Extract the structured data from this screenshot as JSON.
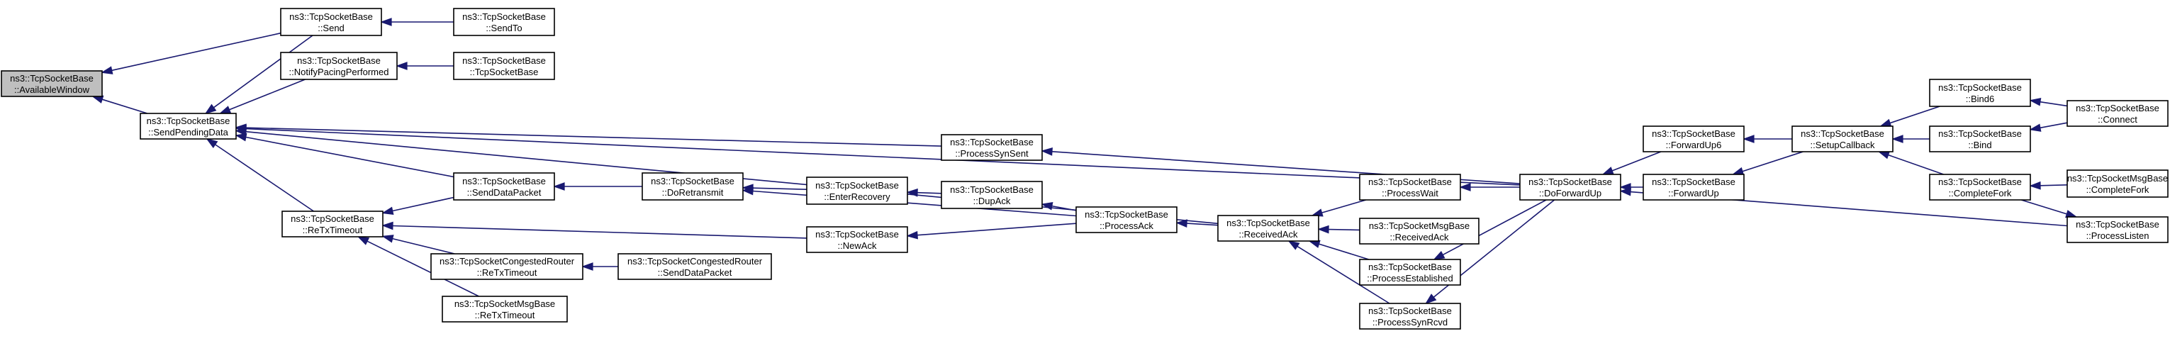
{
  "colors": {
    "edge": "#191970",
    "node_border": "#000000",
    "node_fill": "#ffffff",
    "root_fill": "#bfbfbf"
  },
  "nodes": [
    {
      "id": "aw",
      "line1": "ns3::TcpSocketBase",
      "line2": "::AvailableWindow"
    },
    {
      "id": "spd",
      "line1": "ns3::TcpSocketBase",
      "line2": "::SendPendingData"
    },
    {
      "id": "send",
      "line1": "ns3::TcpSocketBase",
      "line2": "::Send"
    },
    {
      "id": "sendto",
      "line1": "ns3::TcpSocketBase",
      "line2": "::SendTo"
    },
    {
      "id": "npp",
      "line1": "ns3::TcpSocketBase",
      "line2": "::NotifyPacingPerformed"
    },
    {
      "id": "ctor",
      "line1": "ns3::TcpSocketBase",
      "line2": "::TcpSocketBase"
    },
    {
      "id": "rtt",
      "line1": "ns3::TcpSocketBase",
      "line2": "::ReTxTimeout"
    },
    {
      "id": "sdp",
      "line1": "ns3::TcpSocketBase",
      "line2": "::SendDataPacket"
    },
    {
      "id": "cgrtt",
      "line1": "ns3::TcpSocketCongestedRouter",
      "line2": "::ReTxTimeout"
    },
    {
      "id": "cgsdp",
      "line1": "ns3::TcpSocketCongestedRouter",
      "line2": "::SendDataPacket"
    },
    {
      "id": "mbrtt",
      "line1": "ns3::TcpSocketMsgBase",
      "line2": "::ReTxTimeout"
    },
    {
      "id": "dr",
      "line1": "ns3::TcpSocketBase",
      "line2": "::DoRetransmit"
    },
    {
      "id": "er",
      "line1": "ns3::TcpSocketBase",
      "line2": "::EnterRecovery"
    },
    {
      "id": "da",
      "line1": "ns3::TcpSocketBase",
      "line2": "::DupAck"
    },
    {
      "id": "na",
      "line1": "ns3::TcpSocketBase",
      "line2": "::NewAck"
    },
    {
      "id": "pa",
      "line1": "ns3::TcpSocketBase",
      "line2": "::ProcessAck"
    },
    {
      "id": "ra",
      "line1": "ns3::TcpSocketBase",
      "line2": "::ReceivedAck"
    },
    {
      "id": "pss",
      "line1": "ns3::TcpSocketBase",
      "line2": "::ProcessSynSent"
    },
    {
      "id": "pw",
      "line1": "ns3::TcpSocketBase",
      "line2": "::ProcessWait"
    },
    {
      "id": "mbra",
      "line1": "ns3::TcpSocketMsgBase",
      "line2": "::ReceivedAck"
    },
    {
      "id": "pe",
      "line1": "ns3::TcpSocketBase",
      "line2": "::ProcessEstablished"
    },
    {
      "id": "psr",
      "line1": "ns3::TcpSocketBase",
      "line2": "::ProcessSynRcvd"
    },
    {
      "id": "dfu",
      "line1": "ns3::TcpSocketBase",
      "line2": "::DoForwardUp"
    },
    {
      "id": "fu6",
      "line1": "ns3::TcpSocketBase",
      "line2": "::ForwardUp6"
    },
    {
      "id": "fu",
      "line1": "ns3::TcpSocketBase",
      "line2": "::ForwardUp"
    },
    {
      "id": "scb",
      "line1": "ns3::TcpSocketBase",
      "line2": "::SetupCallback"
    },
    {
      "id": "b6",
      "line1": "ns3::TcpSocketBase",
      "line2": "::Bind6"
    },
    {
      "id": "bind",
      "line1": "ns3::TcpSocketBase",
      "line2": "::Bind"
    },
    {
      "id": "conn",
      "line1": "ns3::TcpSocketBase",
      "line2": "::Connect"
    },
    {
      "id": "cf",
      "line1": "ns3::TcpSocketBase",
      "line2": "::CompleteFork"
    },
    {
      "id": "mbcf",
      "line1": "ns3::TcpSocketMsgBase",
      "line2": "::CompleteFork"
    },
    {
      "id": "pl",
      "line1": "ns3::TcpSocketBase",
      "line2": "::ProcessListen"
    }
  ],
  "edges": [
    {
      "from": "send",
      "to": "aw"
    },
    {
      "from": "spd",
      "to": "aw"
    },
    {
      "from": "sendto",
      "to": "send"
    },
    {
      "from": "ctor",
      "to": "npp"
    },
    {
      "from": "send",
      "to": "spd"
    },
    {
      "from": "npp",
      "to": "spd"
    },
    {
      "from": "dfu",
      "to": "spd"
    },
    {
      "from": "pss",
      "to": "spd"
    },
    {
      "from": "sdp",
      "to": "spd"
    },
    {
      "from": "rtt",
      "to": "spd"
    },
    {
      "from": "ra",
      "to": "spd"
    },
    {
      "from": "dfu",
      "to": "pss"
    },
    {
      "from": "sdp",
      "to": "rtt"
    },
    {
      "from": "na",
      "to": "rtt"
    },
    {
      "from": "cgrtt",
      "to": "rtt"
    },
    {
      "from": "mbrtt",
      "to": "rtt"
    },
    {
      "from": "dr",
      "to": "sdp"
    },
    {
      "from": "cgsdp",
      "to": "cgrtt"
    },
    {
      "from": "er",
      "to": "dr"
    },
    {
      "from": "pa",
      "to": "dr"
    },
    {
      "from": "da",
      "to": "er"
    },
    {
      "from": "pa",
      "to": "da"
    },
    {
      "from": "pa",
      "to": "na"
    },
    {
      "from": "ra",
      "to": "pa"
    },
    {
      "from": "pw",
      "to": "ra"
    },
    {
      "from": "mbra",
      "to": "ra"
    },
    {
      "from": "pe",
      "to": "ra"
    },
    {
      "from": "psr",
      "to": "ra"
    },
    {
      "from": "dfu",
      "to": "pw"
    },
    {
      "from": "dfu",
      "to": "pe"
    },
    {
      "from": "dfu",
      "to": "psr"
    },
    {
      "from": "fu6",
      "to": "dfu"
    },
    {
      "from": "fu",
      "to": "dfu"
    },
    {
      "from": "pl",
      "to": "dfu"
    },
    {
      "from": "scb",
      "to": "fu6"
    },
    {
      "from": "scb",
      "to": "fu"
    },
    {
      "from": "b6",
      "to": "scb"
    },
    {
      "from": "bind",
      "to": "scb"
    },
    {
      "from": "cf",
      "to": "scb"
    },
    {
      "from": "conn",
      "to": "b6"
    },
    {
      "from": "conn",
      "to": "bind"
    },
    {
      "from": "mbcf",
      "to": "cf"
    },
    {
      "from": "cf",
      "to": "pl"
    }
  ]
}
